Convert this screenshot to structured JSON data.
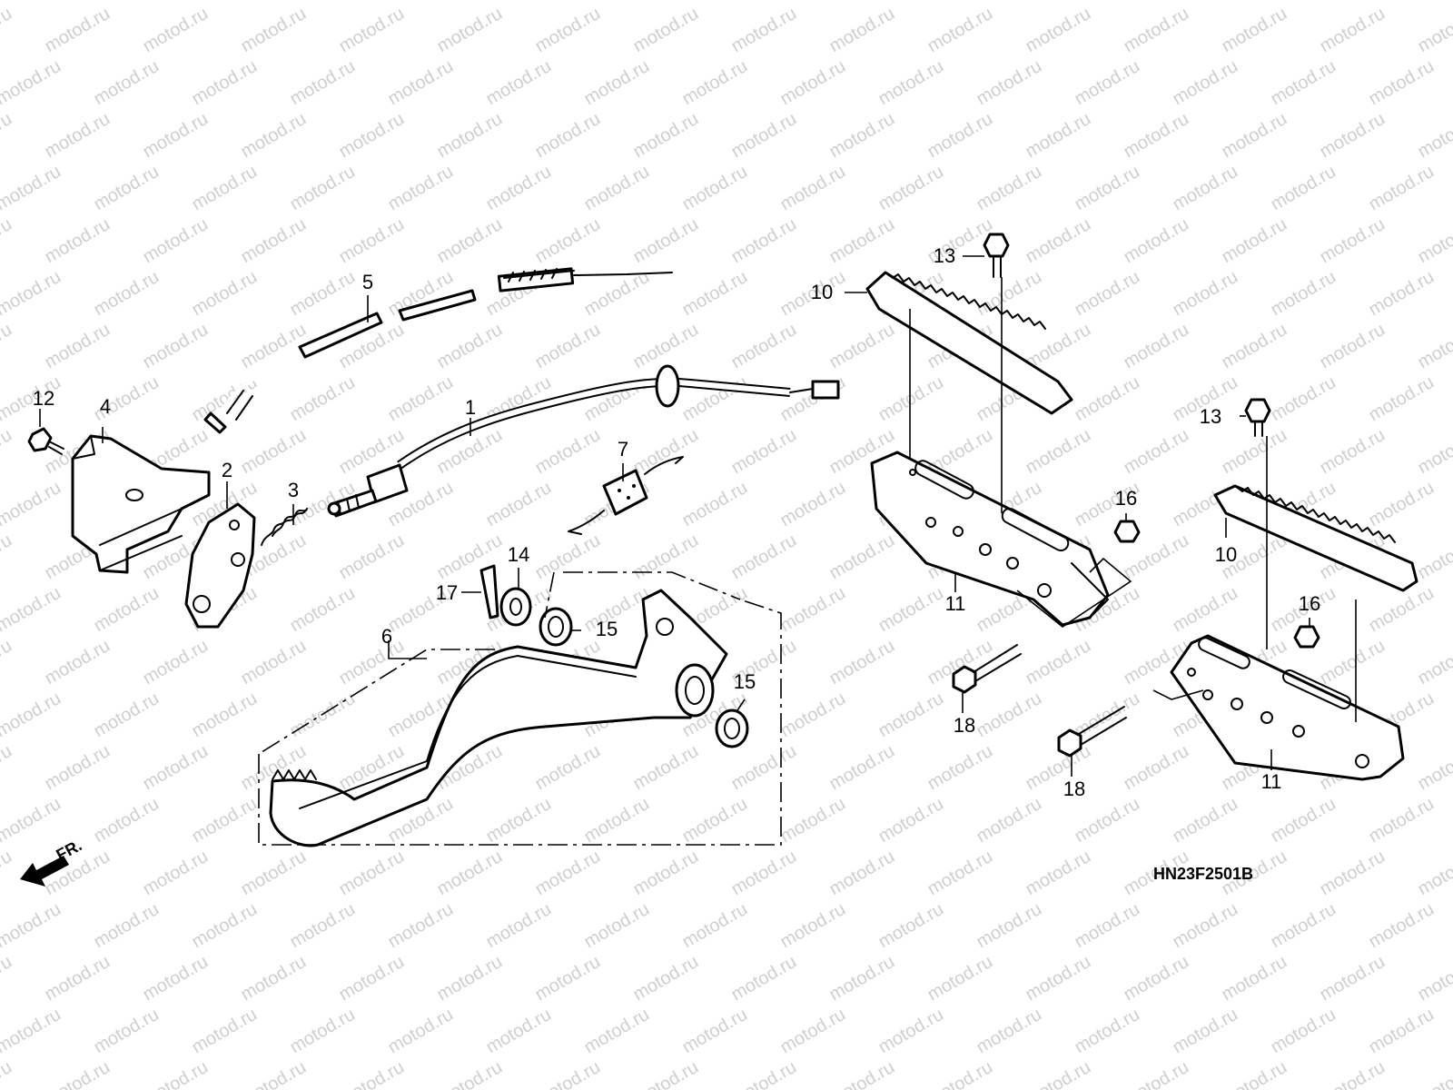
{
  "watermark": {
    "text": "motod.ru"
  },
  "callouts": {
    "c1": "1",
    "c2": "2",
    "c3": "3",
    "c4": "4",
    "c5": "5",
    "c6": "6",
    "c7": "7",
    "c10a": "10",
    "c10b": "10",
    "c11a": "11",
    "c11b": "11",
    "c12": "12",
    "c13a": "13",
    "c13b": "13",
    "c14": "14",
    "c15a": "15",
    "c15b": "15",
    "c16a": "16",
    "c16b": "16",
    "c17": "17",
    "c18a": "18",
    "c18b": "18"
  },
  "direction_label": "FR.",
  "diagram_code": "HN23F2501B"
}
